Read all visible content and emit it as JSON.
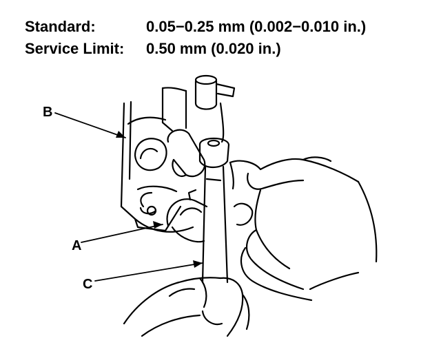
{
  "specs": {
    "standard_label": "Standard:",
    "standard_value": "0.05−0.25 mm (0.002−0.010 in.)",
    "limit_label": "Service Limit:",
    "limit_value": "0.50 mm (0.020 in.)"
  },
  "callouts": {
    "a": "A",
    "b": "B",
    "c": "C"
  }
}
